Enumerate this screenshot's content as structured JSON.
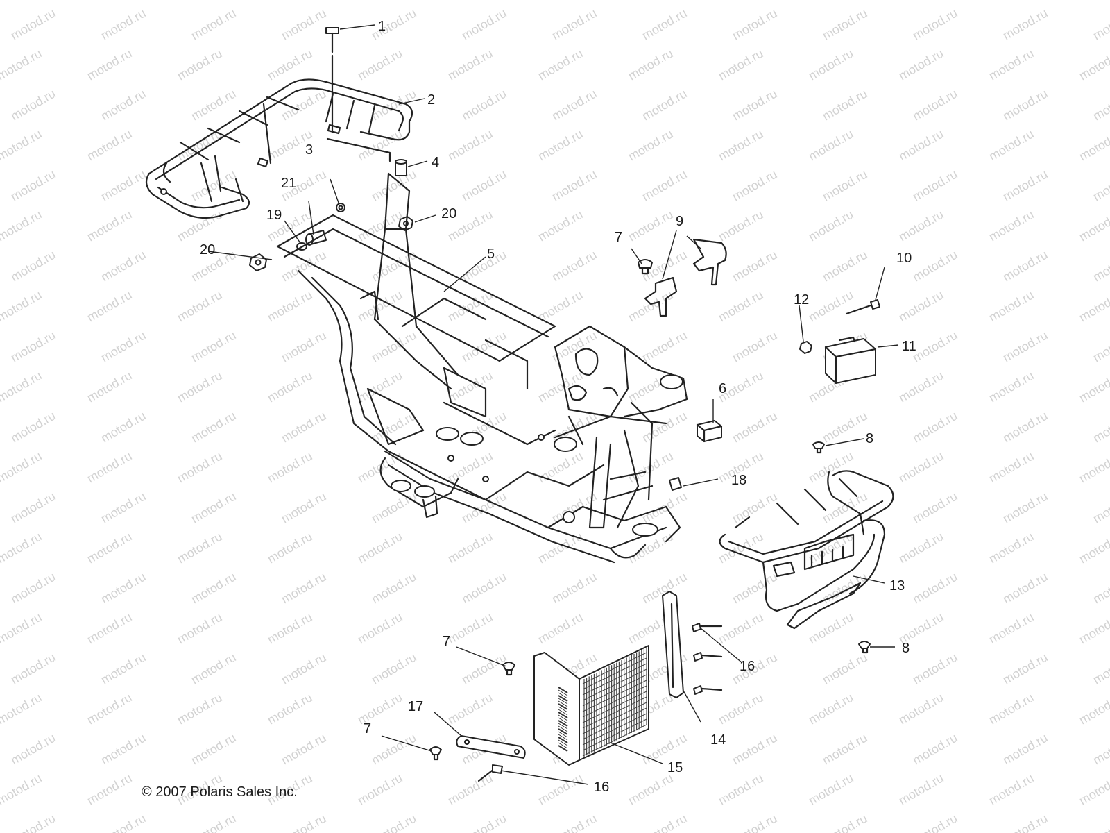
{
  "copyright": "© 2007 Polaris Sales Inc.",
  "watermark": "motod.ru",
  "callouts": [
    "1",
    "2",
    "3",
    "4",
    "5",
    "6",
    "7",
    "8",
    "9",
    "10",
    "11",
    "12",
    "13",
    "14",
    "15",
    "16",
    "17",
    "18",
    "19",
    "20",
    "21"
  ],
  "colors": {
    "line": "#222222",
    "watermark": "#d2d2d2",
    "background": "#ffffff"
  }
}
